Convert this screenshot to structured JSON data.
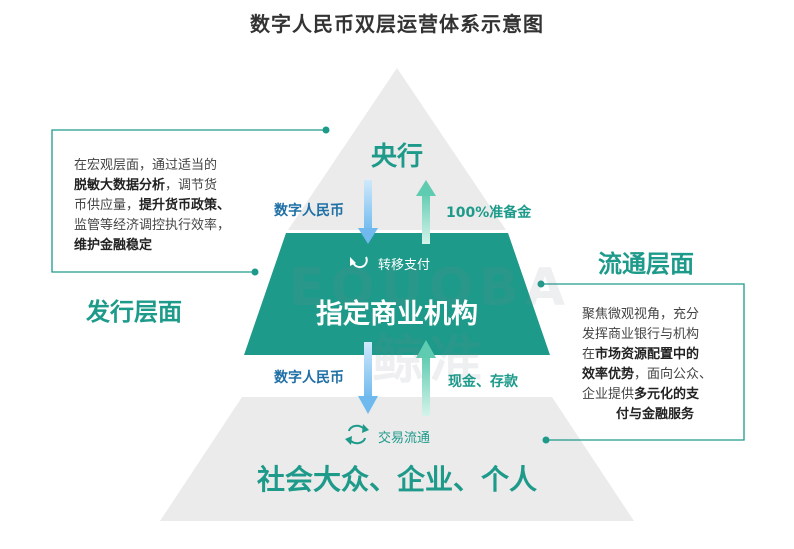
{
  "title": "数字人民币双层运营体系示意图",
  "top_tier": "央行",
  "middle_tier": "指定商业机构",
  "bottom_tier": "社会大众、企业、个人",
  "issuance_layer": "发行层面",
  "circulation_layer": "流通层面",
  "arrows": {
    "down_top": "数字人民币",
    "up_top": "100%准备金",
    "down_bottom": "数字人民币",
    "up_bottom": "现金、存款"
  },
  "transfer_payment": "转移支付",
  "transaction_circulation": "交易流通",
  "watermark": "EQUOBA 鲸准",
  "left_box": {
    "t1": "在宏观层面，通过适当的",
    "b1": "脱敏大数据分析",
    "t2": "，调节货",
    "t3": "币供应量，",
    "b2": "提升货币政策、",
    "t4": "监管等经济调控执行效率，",
    "b3": "维护金融稳定"
  },
  "right_box": {
    "t1": "聚焦微观视角，充分",
    "t2": "发挥商业银行与机构",
    "t3": "在",
    "b1": "市场资源配置中的",
    "b2": "效率优势",
    "t4": "，面向公众、",
    "t5": "企业提供",
    "b3": "多元化的支",
    "b4": "付与金融服务"
  },
  "colors": {
    "teal": "#1d9a8a",
    "blue_arrow": "#7fc3f0",
    "teal_arrow": "#6fd0b8",
    "gray_pyramid": "#ebebeb",
    "title": "#333333"
  }
}
